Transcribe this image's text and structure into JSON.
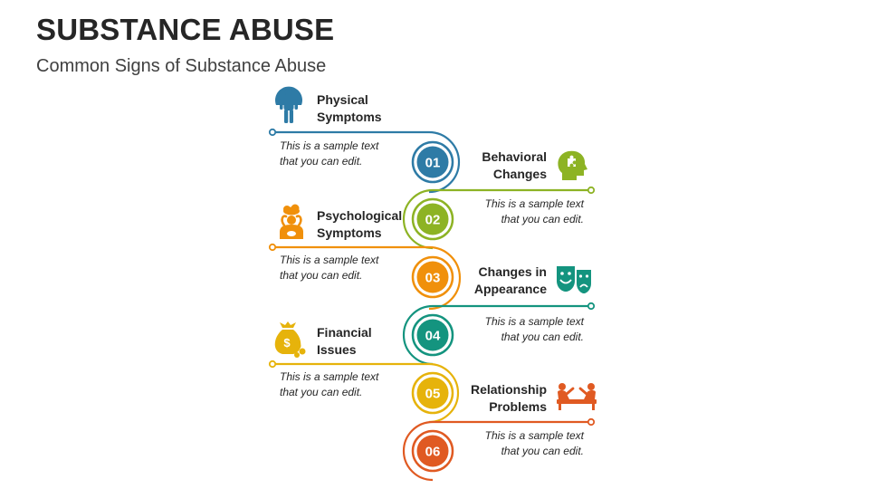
{
  "header": {
    "title": "SUBSTANCE ABUSE",
    "subtitle": "Common Signs of Substance Abuse"
  },
  "colors": {
    "step1": "#2E7BA6",
    "step2": "#8DB324",
    "step3": "#F0900B",
    "step4": "#14947F",
    "step5": "#E6B30B",
    "step6": "#E05A22"
  },
  "steps": [
    {
      "number": "01",
      "title_line1": "Physical",
      "title_line2": "Symptoms",
      "desc_line1": "This is a sample text",
      "desc_line2": "that you can edit.",
      "icon": "standing-person-icon"
    },
    {
      "number": "02",
      "title_line1": "Behavioral",
      "title_line2": "Changes",
      "desc_line1": "This is a sample text",
      "desc_line2": "that you can edit.",
      "icon": "head-puzzle-icon"
    },
    {
      "number": "03",
      "title_line1": "Psychological",
      "title_line2": "Symptoms",
      "desc_line1": "This is a sample text",
      "desc_line2": "that you can edit.",
      "icon": "stressed-person-icon"
    },
    {
      "number": "04",
      "title_line1": "Changes in",
      "title_line2": "Appearance",
      "desc_line1": "This is a sample text",
      "desc_line2": "that you can edit.",
      "icon": "theater-masks-icon"
    },
    {
      "number": "05",
      "title_line1": "Financial",
      "title_line2": "Issues",
      "desc_line1": "This is a sample text",
      "desc_line2": "that you can edit.",
      "icon": "money-bag-icon"
    },
    {
      "number": "06",
      "title_line1": "Relationship",
      "title_line2": "Problems",
      "desc_line1": "This is a sample text",
      "desc_line2": "that you can edit.",
      "icon": "arguing-couple-icon"
    }
  ]
}
